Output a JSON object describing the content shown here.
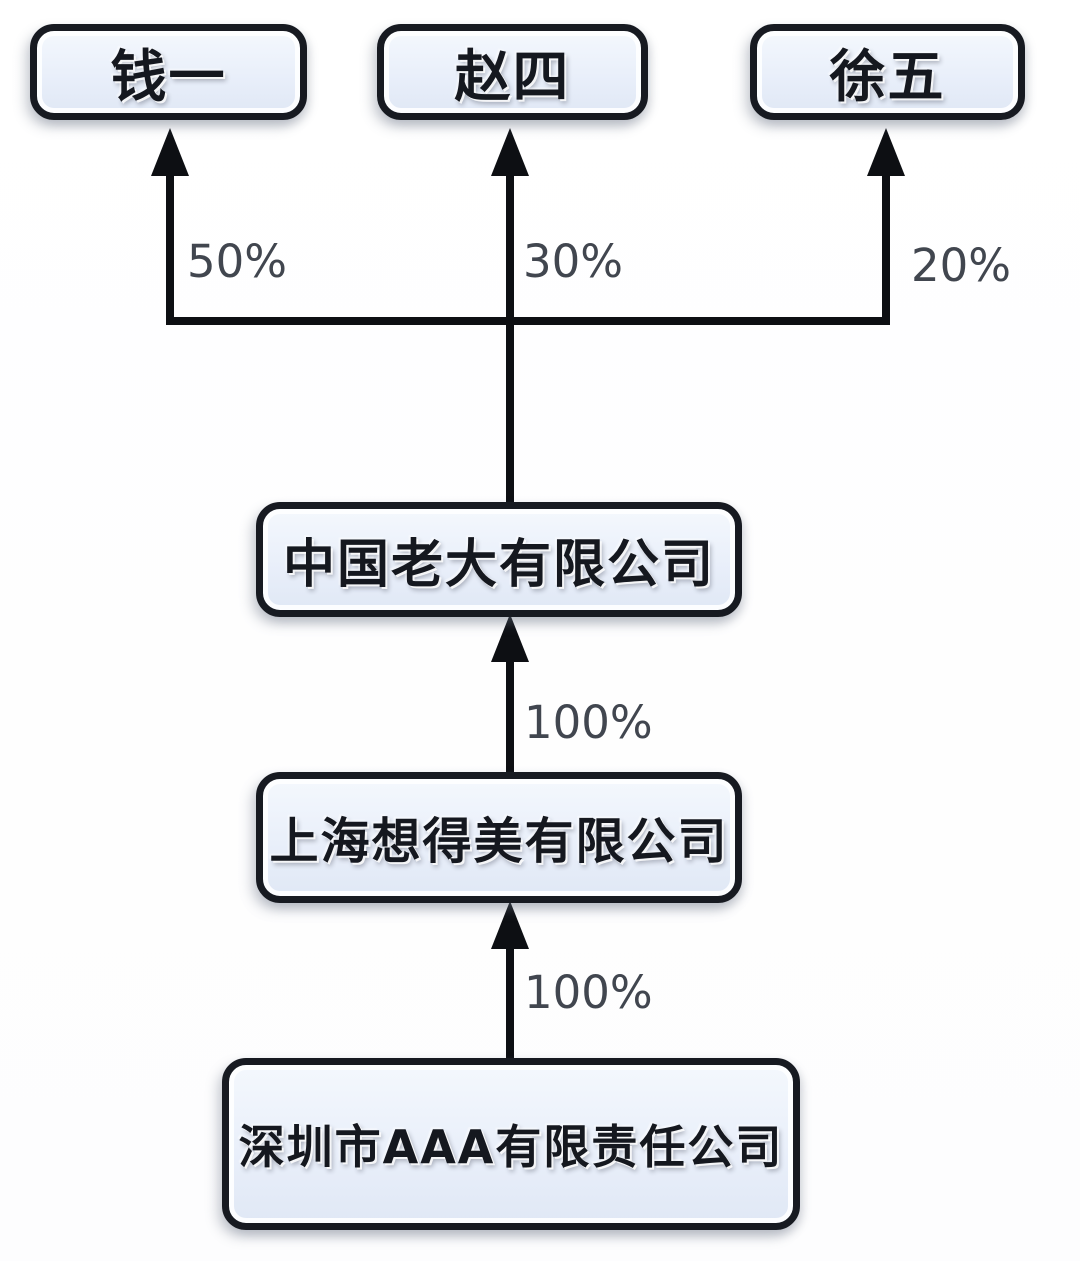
{
  "diagram": {
    "kind": "equity-ownership-structure",
    "shareholders": [
      {
        "name": "钱一"
      },
      {
        "name": "赵四"
      },
      {
        "name": "徐五"
      }
    ],
    "companies": [
      {
        "name": "中国老大有限公司"
      },
      {
        "name": "上海想得美有限公司"
      },
      {
        "name": "深圳市AAA有限责任公司"
      }
    ],
    "links": [
      {
        "from": "中国老大有限公司",
        "to": "钱一",
        "percent": "50%"
      },
      {
        "from": "中国老大有限公司",
        "to": "赵四",
        "percent": "30%"
      },
      {
        "from": "中国老大有限公司",
        "to": "徐五",
        "percent": "20%"
      },
      {
        "from": "上海想得美有限公司",
        "to": "中国老大有限公司",
        "percent": "100%"
      },
      {
        "from": "深圳市AAA有限责任公司",
        "to": "上海想得美有限公司",
        "percent": "100%"
      }
    ],
    "colors": {
      "box_border": "#171a21",
      "box_fill": "#e9effa",
      "box_text": "#15181f",
      "connector_line": "#0d0f13",
      "percent_label": "#41464f",
      "background": "#ffffff"
    }
  }
}
